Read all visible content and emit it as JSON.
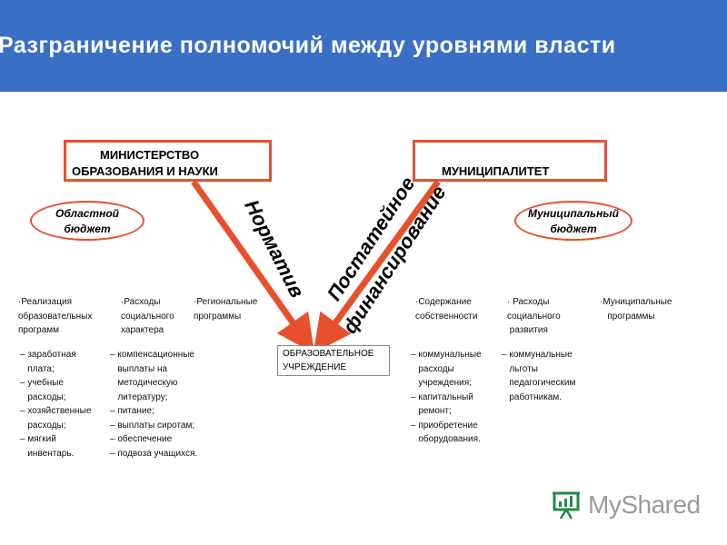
{
  "header": {
    "title": "Разграничение полномочий между уровнями власти"
  },
  "boxes": {
    "ministry": {
      "line1": "МИНИСТЕРСТВО",
      "line2": "ОБРАЗОВАНИЯ И НАУКИ"
    },
    "municipality": {
      "line1": "МУНИЦИПАЛИТЕТ"
    }
  },
  "budgets": {
    "regional": {
      "line1": "Областной",
      "line2": "бюджет"
    },
    "municipal": {
      "line1": "Муниципальный",
      "line2": "бюджет"
    }
  },
  "arrows": {
    "normativ": "Норматив",
    "postat_line1": "Постатейное",
    "postat_line2": "финансирование"
  },
  "categories": {
    "c1": "·Реализация\nобразовательных\nпрограмм",
    "c2": "·Расходы\nсоциального\nхарактера",
    "c3": "·Региональные\nпрограммы",
    "c4": "·Содержание\nсобственности",
    "c5": "· Расходы\nсоциального\n развития",
    "c6": "·Муниципальные\n   программы"
  },
  "details": {
    "d1": "– заработная\n   плата;\n– учебные\n   расходы;\n– хозяйственные\n   расходы;\n– мягкий\n   инвентарь.",
    "d2": "– компенсационные\n   выплаты на\n   методическую\n   литературу;\n– питание;\n– выплаты сиротам;\n– обеспечение\n– подвоза учащихся.",
    "d3": "– коммунальные\n   расходы\n   учреждения;\n– капитальный\n   ремонт;\n– приобретение\n   оборудования.",
    "d4": "– коммунальные\n   льготы\n   педагогическим\n   работникам."
  },
  "center": {
    "institution": "ОБРАЗОВАТЕЛЬНОЕ\nУЧРЕЖДЕНИЕ"
  },
  "logo": {
    "name": "MyShared"
  },
  "colors": {
    "header_bg": "#3a6fc6",
    "accent": "#e8502d",
    "logo_green": "#1f8a4c"
  }
}
